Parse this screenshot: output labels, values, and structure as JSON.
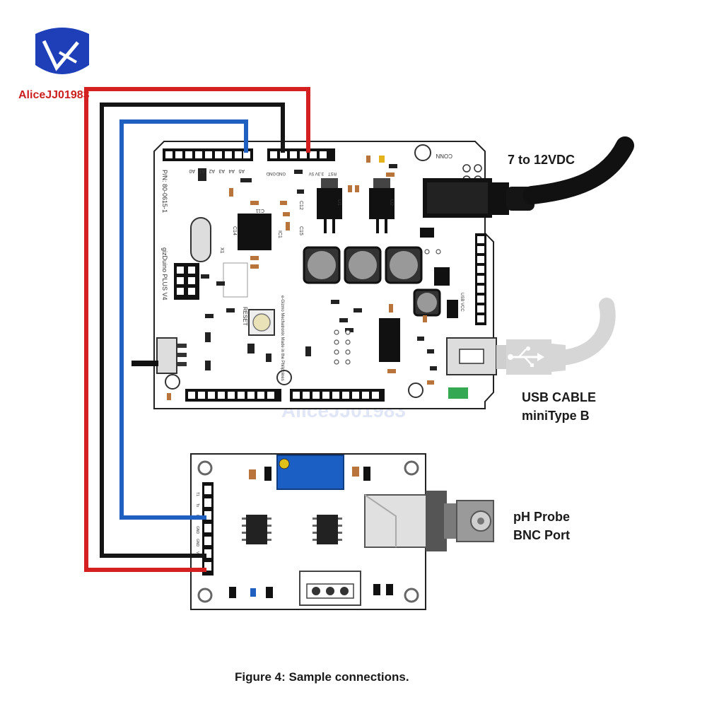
{
  "brand": {
    "logo_text": "AliceJJ01983",
    "watermark_text": "AliceJJ01983",
    "logo_color": "#1f3fb8",
    "text_color": "#cc1f1f"
  },
  "labels": {
    "power": "7 to 12VDC",
    "usb_line1": "USB CABLE",
    "usb_line2": "miniType B",
    "probe_line1": "pH Probe",
    "probe_line2": "BNC Port",
    "caption": "Figure 4: Sample connections."
  },
  "board_silk": {
    "reset": "RESET",
    "model": "gizDuino PLUS V4",
    "pin": "P/N: 80-0615-1",
    "maker": "e-Gizmo Mechatronix Made in the Philippines",
    "conn": "CONN",
    "usb_vcc": "USB VCC",
    "a_pins": [
      "A5",
      "A4",
      "A3",
      "A2",
      "A1",
      "A0"
    ],
    "power_pins": [
      "GND",
      "GND",
      "5V",
      "3.3V",
      "RST"
    ],
    "chip_labels": [
      "U1",
      "U2",
      "C14",
      "C11",
      "C15",
      "C12",
      "X1",
      "IC1"
    ]
  },
  "module_silk": {
    "pins": [
      "T1",
      "To",
      "Po",
      "GND",
      "GND",
      "V+"
    ]
  },
  "wires": {
    "red": "#d42020",
    "black": "#151515",
    "blue": "#1f5fc0"
  },
  "icons": [
    "usb-icon",
    "logo-icon",
    "potentiometer-icon",
    "bnc-connector-icon"
  ]
}
